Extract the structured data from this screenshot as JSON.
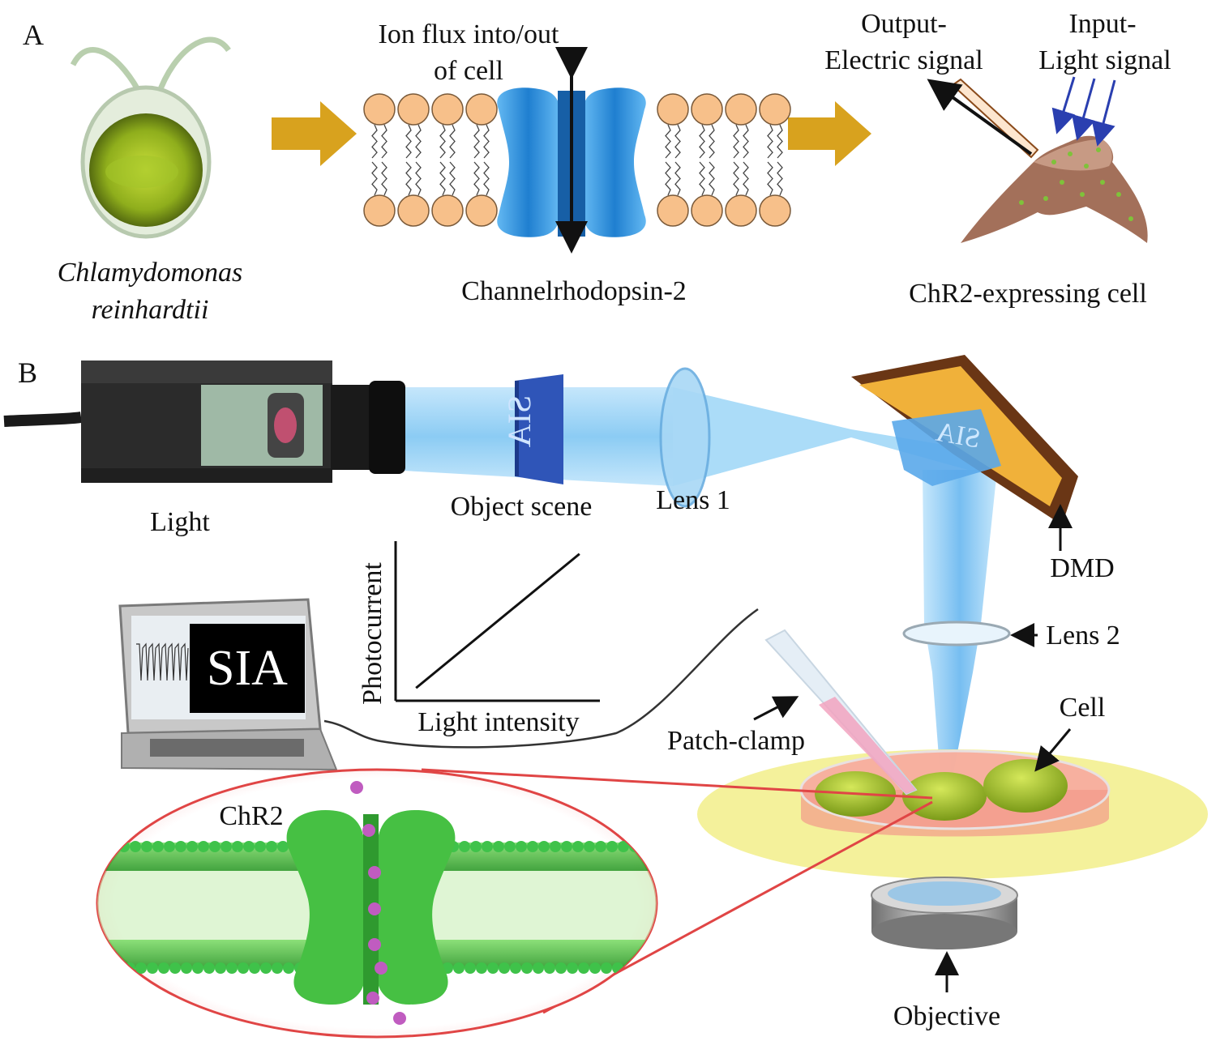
{
  "panels": {
    "a": "A",
    "b": "B"
  },
  "panel_a": {
    "organism_line1": "Chlamydomonas",
    "organism_line2": "reinhardtii",
    "ion_flux_line1": "Ion flux into/out",
    "ion_flux_line2": "of cell",
    "channel_name": "Channelrhodopsin-2",
    "output_line1": "Output-",
    "output_line2": "Electric signal",
    "input_line1": "Input-",
    "input_line2": "Light signal",
    "cell_name": "ChR2-expressing cell"
  },
  "panel_b": {
    "light": "Light",
    "object_scene": "Object scene",
    "object_text": "SIA",
    "lens1": "Lens 1",
    "dmd": "DMD",
    "lens2": "Lens 2",
    "cell": "Cell",
    "patch_clamp": "Patch-clamp",
    "objective": "Objective",
    "screen_text": "SIA",
    "chr2": "ChR2"
  },
  "chart_data": {
    "type": "line",
    "title": "",
    "xlabel": "Light intensity",
    "ylabel": "Photocurrent",
    "series": [
      {
        "x": [
          0.1,
          0.9
        ],
        "y": [
          0.08,
          0.92
        ]
      }
    ]
  },
  "colors": {
    "lipid_head": "#f7c08a",
    "channel_blue": "#2a8ad6",
    "arrow_gold": "#d8a21e",
    "beam_blue": "#7cc4f0",
    "chr2_green": "#3fc24a",
    "ion_magenta": "#c05cc0",
    "dish_yellow": "#f2ee8a",
    "zoom_red": "#e04545"
  }
}
